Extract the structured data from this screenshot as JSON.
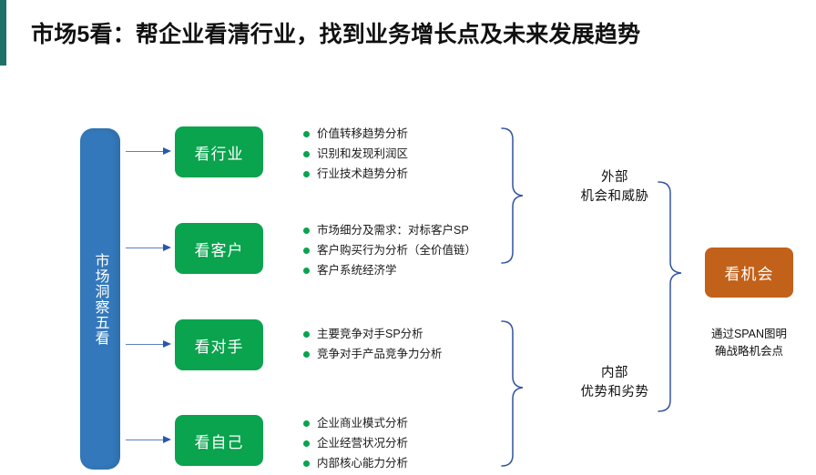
{
  "title": "市场5看：帮企业看清行业，找到业务增长点及未来发展趋势",
  "colors": {
    "title_accent": "#1f7068",
    "pillar_blue": "#3378ba",
    "box_green": "#0aa34e",
    "box_orange": "#c2611a",
    "brace_blue": "#33549c",
    "arrow_blue": "#2a56b0"
  },
  "pillar": {
    "label": "市场洞察五看"
  },
  "branches": [
    {
      "box_label": "看行业",
      "bullets": [
        "价值转移趋势分析",
        "识别和发现利润区",
        "行业技术趋势分析"
      ]
    },
    {
      "box_label": "看客户",
      "bullets": [
        "市场细分及需求：对标客户SP",
        "客户购买行为分析（全价值链）",
        "客户系统经济学"
      ]
    },
    {
      "box_label": "看对手",
      "bullets": [
        "主要竞争对手SP分析",
        "竞争对手产品竞争力分析"
      ]
    },
    {
      "box_label": "看自己",
      "bullets": [
        "企业商业模式分析",
        "企业经营状况分析",
        "内部核心能力分析"
      ]
    }
  ],
  "groups": {
    "external": {
      "line1": "外部",
      "line2": "机会和威胁"
    },
    "internal": {
      "line1": "内部",
      "line2": "优势和劣势"
    }
  },
  "opportunity": {
    "box_label": "看机会",
    "caption_line1": "通过SPAN图明",
    "caption_line2": "确战略机会点"
  }
}
